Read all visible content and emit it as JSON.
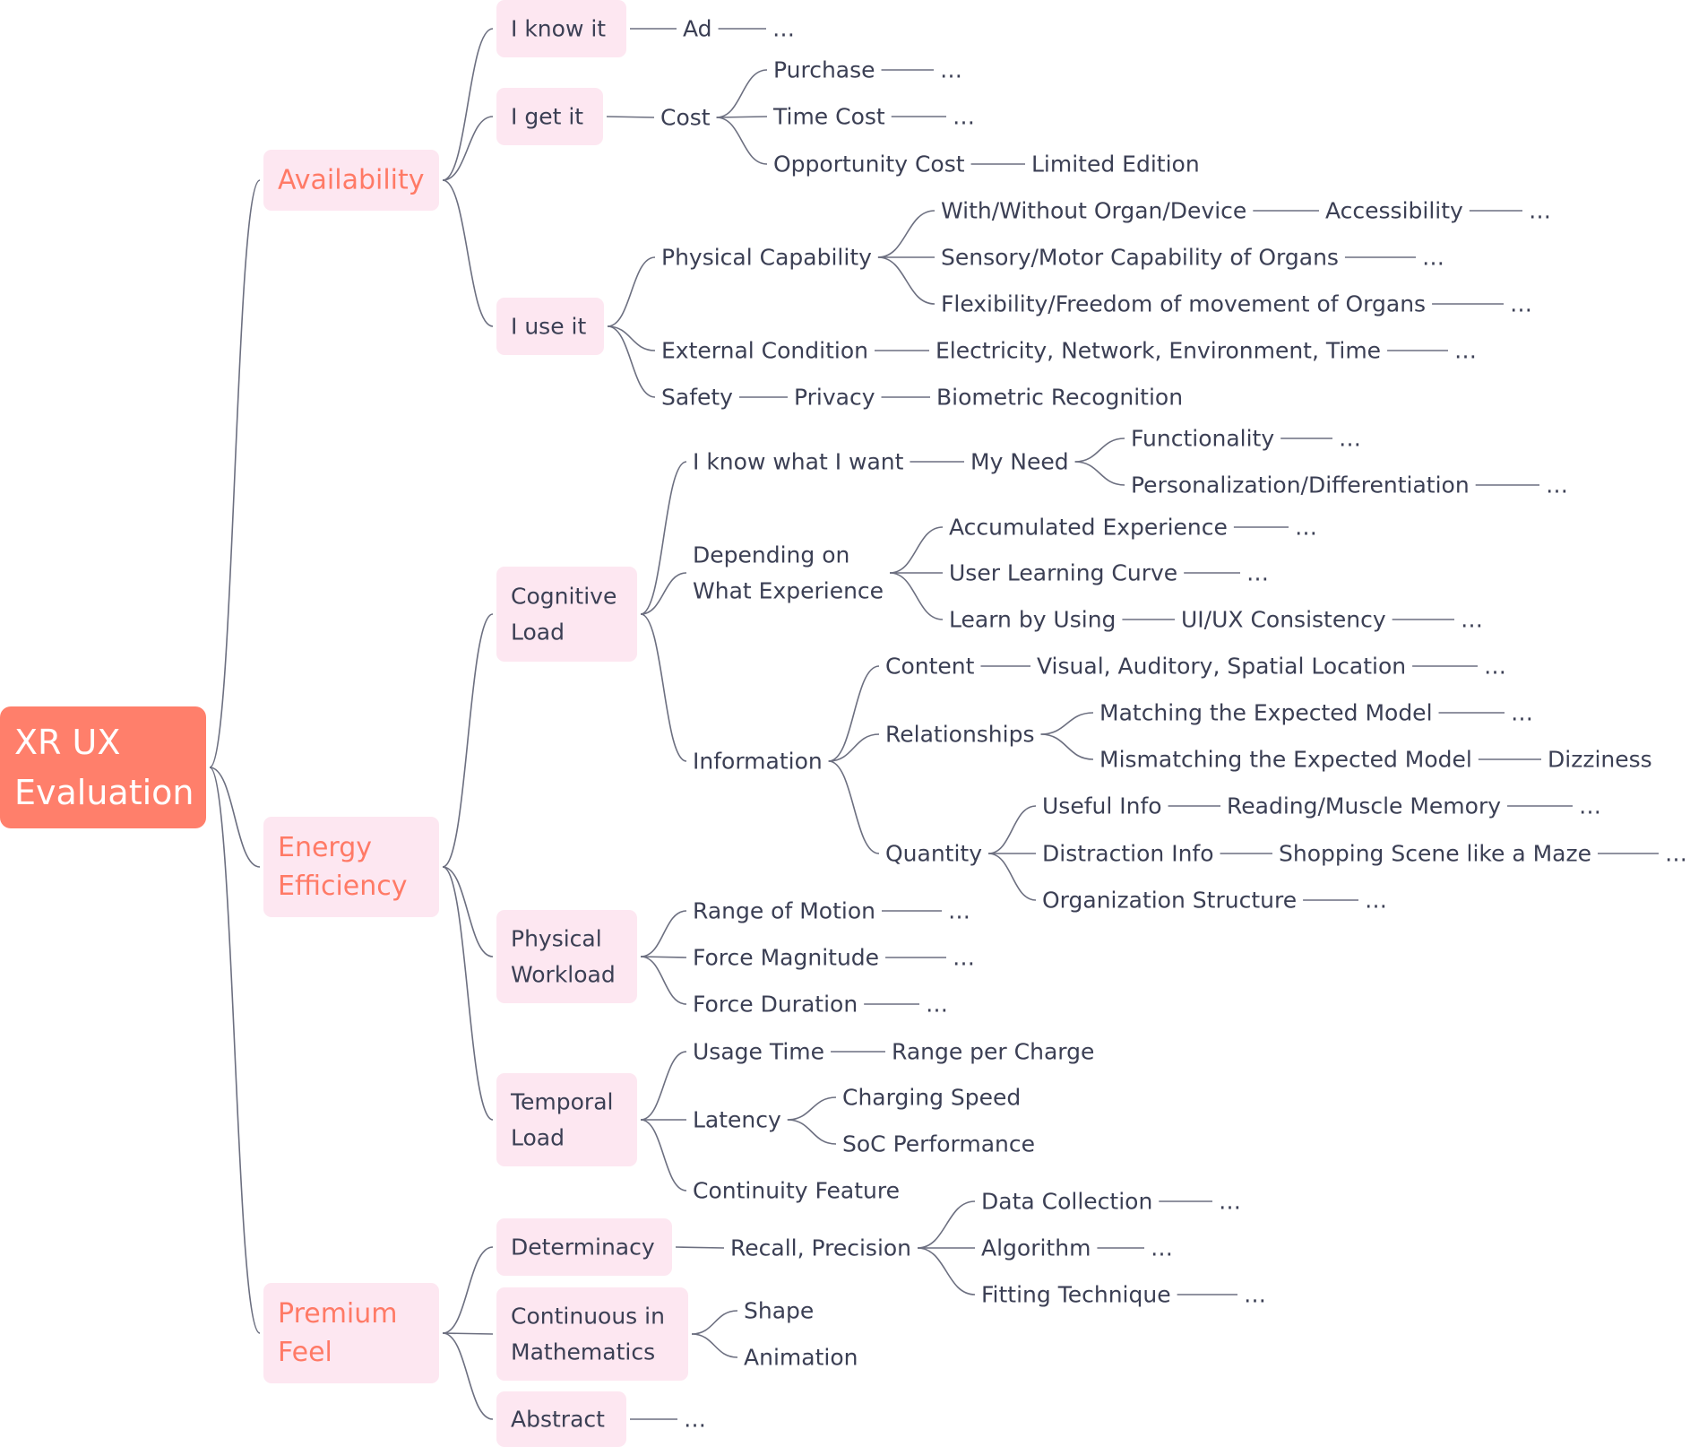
{
  "root": {
    "text": [
      "XR UX",
      "Evaluation"
    ]
  },
  "colors": {
    "root_fill": "#ff7f6b",
    "box_fill": "#fde7f1",
    "l1_text": "#ff7a66",
    "text": "#3b3f54",
    "line": "#6c6f80"
  },
  "nodes": [
    {
      "id": "availability",
      "text": [
        "Availability"
      ],
      "parent": "root",
      "level": 1
    },
    {
      "id": "i-know-it",
      "text": [
        "I know it"
      ],
      "parent": "availability",
      "level": 2
    },
    {
      "id": "ad",
      "text": [
        "Ad"
      ],
      "parent": "i-know-it",
      "level": 3
    },
    {
      "id": "ad-more",
      "text": [
        "…"
      ],
      "parent": "ad",
      "level": 3
    },
    {
      "id": "i-get-it",
      "text": [
        "I get it"
      ],
      "parent": "availability",
      "level": 2
    },
    {
      "id": "cost",
      "text": [
        "Cost"
      ],
      "parent": "i-get-it",
      "level": 3
    },
    {
      "id": "purchase",
      "text": [
        "Purchase"
      ],
      "parent": "cost",
      "level": 3
    },
    {
      "id": "purchase-more",
      "text": [
        "…"
      ],
      "parent": "purchase",
      "level": 3
    },
    {
      "id": "time-cost",
      "text": [
        "Time Cost"
      ],
      "parent": "cost",
      "level": 3
    },
    {
      "id": "time-cost-more",
      "text": [
        "…"
      ],
      "parent": "time-cost",
      "level": 3
    },
    {
      "id": "opportunity-cost",
      "text": [
        "Opportunity Cost"
      ],
      "parent": "cost",
      "level": 3
    },
    {
      "id": "limited-edition",
      "text": [
        "Limited Edition"
      ],
      "parent": "opportunity-cost",
      "level": 3
    },
    {
      "id": "i-use-it",
      "text": [
        "I use it"
      ],
      "parent": "availability",
      "level": 2
    },
    {
      "id": "physical-capability",
      "text": [
        "Physical Capability"
      ],
      "parent": "i-use-it",
      "level": 3
    },
    {
      "id": "with-without-organ",
      "text": [
        "With/Without Organ/Device"
      ],
      "parent": "physical-capability",
      "level": 3
    },
    {
      "id": "accessibility",
      "text": [
        "Accessibility"
      ],
      "parent": "with-without-organ",
      "level": 3
    },
    {
      "id": "accessibility-more",
      "text": [
        "…"
      ],
      "parent": "accessibility",
      "level": 3
    },
    {
      "id": "sensory-motor",
      "text": [
        "Sensory/Motor Capability of Organs"
      ],
      "parent": "physical-capability",
      "level": 3
    },
    {
      "id": "sensory-motor-more",
      "text": [
        "…"
      ],
      "parent": "sensory-motor",
      "level": 3
    },
    {
      "id": "flexibility",
      "text": [
        "Flexibility/Freedom of movement of Organs"
      ],
      "parent": "physical-capability",
      "level": 3
    },
    {
      "id": "flexibility-more",
      "text": [
        "…"
      ],
      "parent": "flexibility",
      "level": 3
    },
    {
      "id": "external-condition",
      "text": [
        "External Condition"
      ],
      "parent": "i-use-it",
      "level": 3
    },
    {
      "id": "electricity",
      "text": [
        "Electricity, Network, Environment, Time"
      ],
      "parent": "external-condition",
      "level": 3
    },
    {
      "id": "electricity-more",
      "text": [
        "…"
      ],
      "parent": "electricity",
      "level": 3
    },
    {
      "id": "safety",
      "text": [
        "Safety"
      ],
      "parent": "i-use-it",
      "level": 3
    },
    {
      "id": "privacy",
      "text": [
        "Privacy"
      ],
      "parent": "safety",
      "level": 3
    },
    {
      "id": "biometric",
      "text": [
        "Biometric Recognition"
      ],
      "parent": "privacy",
      "level": 3
    },
    {
      "id": "energy-efficiency",
      "text": [
        "Energy",
        "Efficiency"
      ],
      "parent": "root",
      "level": 1
    },
    {
      "id": "cognitive-load",
      "text": [
        "Cognitive",
        "Load"
      ],
      "parent": "energy-efficiency",
      "level": 2
    },
    {
      "id": "i-know-what-i-want",
      "text": [
        "I know what I want"
      ],
      "parent": "cognitive-load",
      "level": 3
    },
    {
      "id": "my-need",
      "text": [
        "My Need"
      ],
      "parent": "i-know-what-i-want",
      "level": 3
    },
    {
      "id": "functionality",
      "text": [
        "Functionality"
      ],
      "parent": "my-need",
      "level": 3
    },
    {
      "id": "functionality-more",
      "text": [
        "…"
      ],
      "parent": "functionality",
      "level": 3
    },
    {
      "id": "personalization",
      "text": [
        "Personalization/Differentiation"
      ],
      "parent": "my-need",
      "level": 3
    },
    {
      "id": "personalization-more",
      "text": [
        "…"
      ],
      "parent": "personalization",
      "level": 3
    },
    {
      "id": "depending-on",
      "text": [
        "Depending on",
        "What Experience"
      ],
      "parent": "cognitive-load",
      "level": 3
    },
    {
      "id": "accumulated",
      "text": [
        "Accumulated Experience"
      ],
      "parent": "depending-on",
      "level": 3
    },
    {
      "id": "accumulated-more",
      "text": [
        "…"
      ],
      "parent": "accumulated",
      "level": 3
    },
    {
      "id": "learning-curve",
      "text": [
        "User Learning Curve"
      ],
      "parent": "depending-on",
      "level": 3
    },
    {
      "id": "learning-curve-more",
      "text": [
        "…"
      ],
      "parent": "learning-curve",
      "level": 3
    },
    {
      "id": "learn-by-using",
      "text": [
        "Learn by Using"
      ],
      "parent": "depending-on",
      "level": 3
    },
    {
      "id": "ui-ux-consistency",
      "text": [
        "UI/UX Consistency"
      ],
      "parent": "learn-by-using",
      "level": 3
    },
    {
      "id": "ui-ux-consistency-more",
      "text": [
        "…"
      ],
      "parent": "ui-ux-consistency",
      "level": 3
    },
    {
      "id": "information",
      "text": [
        "Information"
      ],
      "parent": "cognitive-load",
      "level": 3
    },
    {
      "id": "content",
      "text": [
        "Content"
      ],
      "parent": "information",
      "level": 3
    },
    {
      "id": "visual-auditory",
      "text": [
        "Visual, Auditory, Spatial Location"
      ],
      "parent": "content",
      "level": 3
    },
    {
      "id": "visual-auditory-more",
      "text": [
        "…"
      ],
      "parent": "visual-auditory",
      "level": 3
    },
    {
      "id": "relationships",
      "text": [
        "Relationships"
      ],
      "parent": "information",
      "level": 3
    },
    {
      "id": "matching",
      "text": [
        "Matching the Expected Model"
      ],
      "parent": "relationships",
      "level": 3
    },
    {
      "id": "matching-more",
      "text": [
        "…"
      ],
      "parent": "matching",
      "level": 3
    },
    {
      "id": "mismatching",
      "text": [
        "Mismatching the Expected Model"
      ],
      "parent": "relationships",
      "level": 3
    },
    {
      "id": "dizziness",
      "text": [
        "Dizziness"
      ],
      "parent": "mismatching",
      "level": 3
    },
    {
      "id": "quantity",
      "text": [
        "Quantity"
      ],
      "parent": "information",
      "level": 3
    },
    {
      "id": "useful-info",
      "text": [
        "Useful Info"
      ],
      "parent": "quantity",
      "level": 3
    },
    {
      "id": "reading-muscle",
      "text": [
        "Reading/Muscle Memory"
      ],
      "parent": "useful-info",
      "level": 3
    },
    {
      "id": "reading-muscle-more",
      "text": [
        "…"
      ],
      "parent": "reading-muscle",
      "level": 3
    },
    {
      "id": "distraction-info",
      "text": [
        "Distraction Info"
      ],
      "parent": "quantity",
      "level": 3
    },
    {
      "id": "shopping-scene",
      "text": [
        "Shopping Scene like a Maze"
      ],
      "parent": "distraction-info",
      "level": 3
    },
    {
      "id": "shopping-scene-more",
      "text": [
        "…"
      ],
      "parent": "shopping-scene",
      "level": 3
    },
    {
      "id": "organization-structure",
      "text": [
        "Organization Structure"
      ],
      "parent": "quantity",
      "level": 3
    },
    {
      "id": "organization-structure-more",
      "text": [
        "…"
      ],
      "parent": "organization-structure",
      "level": 3
    },
    {
      "id": "physical-workload",
      "text": [
        "Physical",
        "Workload"
      ],
      "parent": "energy-efficiency",
      "level": 2
    },
    {
      "id": "range-of-motion",
      "text": [
        "Range of Motion"
      ],
      "parent": "physical-workload",
      "level": 3
    },
    {
      "id": "range-of-motion-more",
      "text": [
        "…"
      ],
      "parent": "range-of-motion",
      "level": 3
    },
    {
      "id": "force-magnitude",
      "text": [
        "Force Magnitude"
      ],
      "parent": "physical-workload",
      "level": 3
    },
    {
      "id": "force-magnitude-more",
      "text": [
        "…"
      ],
      "parent": "force-magnitude",
      "level": 3
    },
    {
      "id": "force-duration",
      "text": [
        "Force Duration"
      ],
      "parent": "physical-workload",
      "level": 3
    },
    {
      "id": "force-duration-more",
      "text": [
        "…"
      ],
      "parent": "force-duration",
      "level": 3
    },
    {
      "id": "temporal-load",
      "text": [
        "Temporal",
        "Load"
      ],
      "parent": "energy-efficiency",
      "level": 2
    },
    {
      "id": "usage-time",
      "text": [
        "Usage Time"
      ],
      "parent": "temporal-load",
      "level": 3
    },
    {
      "id": "range-per-charge",
      "text": [
        "Range per Charge"
      ],
      "parent": "usage-time",
      "level": 3
    },
    {
      "id": "latency",
      "text": [
        "Latency"
      ],
      "parent": "temporal-load",
      "level": 3
    },
    {
      "id": "charging-speed",
      "text": [
        "Charging Speed"
      ],
      "parent": "latency",
      "level": 3
    },
    {
      "id": "soc-performance",
      "text": [
        "SoC Performance"
      ],
      "parent": "latency",
      "level": 3
    },
    {
      "id": "continuity-feature",
      "text": [
        "Continuity Feature"
      ],
      "parent": "temporal-load",
      "level": 3
    },
    {
      "id": "premium-feel",
      "text": [
        "Premium",
        "Feel"
      ],
      "parent": "root",
      "level": 1
    },
    {
      "id": "determinacy",
      "text": [
        "Determinacy"
      ],
      "parent": "premium-feel",
      "level": 2
    },
    {
      "id": "recall-precision",
      "text": [
        "Recall, Precision"
      ],
      "parent": "determinacy",
      "level": 3
    },
    {
      "id": "data-collection",
      "text": [
        "Data Collection"
      ],
      "parent": "recall-precision",
      "level": 3
    },
    {
      "id": "data-collection-more",
      "text": [
        "…"
      ],
      "parent": "data-collection",
      "level": 3
    },
    {
      "id": "algorithm",
      "text": [
        "Algorithm"
      ],
      "parent": "recall-precision",
      "level": 3
    },
    {
      "id": "algorithm-more",
      "text": [
        "…"
      ],
      "parent": "algorithm",
      "level": 3
    },
    {
      "id": "fitting-technique",
      "text": [
        "Fitting Technique"
      ],
      "parent": "recall-precision",
      "level": 3
    },
    {
      "id": "fitting-technique-more",
      "text": [
        "…"
      ],
      "parent": "fitting-technique",
      "level": 3
    },
    {
      "id": "continuous-math",
      "text": [
        "Continuous in",
        "Mathematics"
      ],
      "parent": "premium-feel",
      "level": 2
    },
    {
      "id": "shape",
      "text": [
        "Shape"
      ],
      "parent": "continuous-math",
      "level": 3
    },
    {
      "id": "animation",
      "text": [
        "Animation"
      ],
      "parent": "continuous-math",
      "level": 3
    },
    {
      "id": "abstract",
      "text": [
        "Abstract"
      ],
      "parent": "premium-feel",
      "level": 2
    },
    {
      "id": "abstract-more",
      "text": [
        "…"
      ],
      "parent": "abstract",
      "level": 3
    }
  ]
}
